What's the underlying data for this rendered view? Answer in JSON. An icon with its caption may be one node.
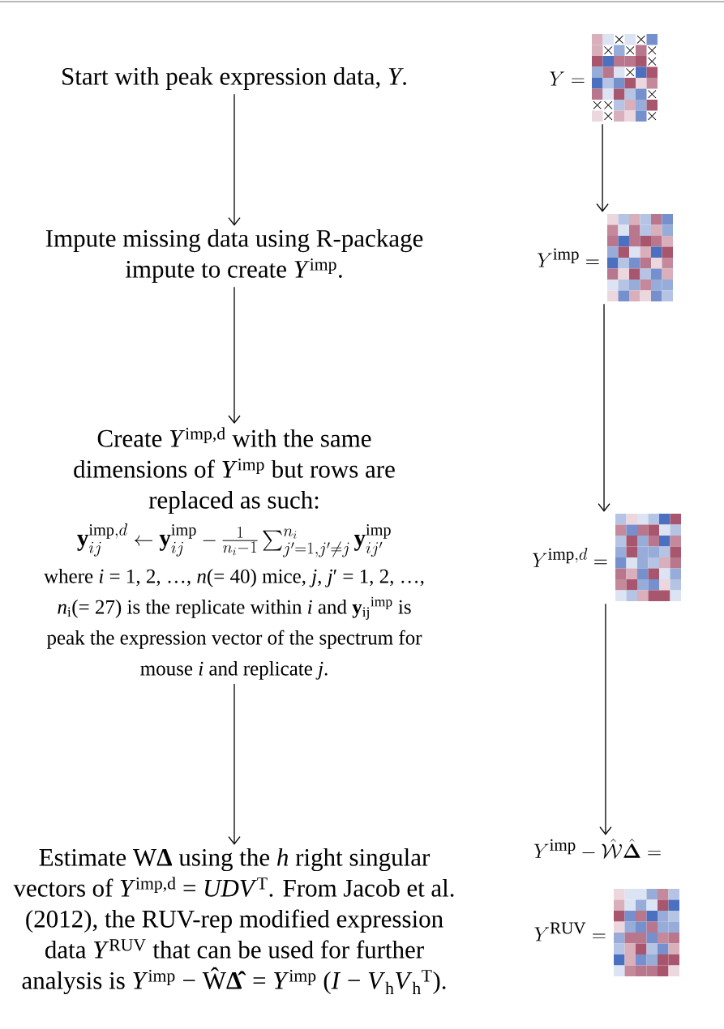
{
  "diagram": {
    "nodes": [
      {
        "text": [
          "Start with peak expression data, *Y*."
        ]
      },
      {
        "text": [
          "Impute missing data using R-package impute to create *Y*$^{imp}$."
        ]
      },
      {
        "text": [
          "Create *Y*$^{imp,d}$ with the same dimensions of *Y*$^{imp}$ but rows are replaced as such:",
          "\\mathbf{y}_{ij}^{\\mathrm{imp},d} \\leftarrow \\mathbf{y}_{ij}^{\\mathrm{imp}} - \\frac{1}{n_i-1}\\sum_{j'=1,j'\\neq j}^{n_i}\\mathbf{y}_{ij'}^{\\mathrm{imp}}",
          "where *i* = 1, 2, …, *n*(= 40) mice, *j*, *j*′ = 1, 2, …, *n*$_{i}$(= 27) is the replicate within *i* and **y**$_{ij}$$^{imp}$ is peak the expression vector of the spectrum for mouse *i* and replicate *j*."
        ]
      },
      {
        "text": [
          "Estimate W**Δ** using the *h* right singular vectors of *Y*$^{imp,d}$ = *UDV*$^{T}$. From Jacob et al. (2012), the RUV-rep modified expression data *Y*$^{RUV}$ that can be used for further analysis is *Y*$^{imp}$ − Ŵ**Δ̂** = *Y*$^{imp}$ (*I* − *V*$_{h}$*V*$_{h}$$^{T}$)."
        ]
      },
      {
        "text": [
          "Y ="
        ]
      },
      {
        "text": [
          "Y^{\\mathrm{imp}} ="
        ]
      },
      {
        "text": [
          "Y^{\\mathrm{imp},d} ="
        ]
      },
      {
        "text": [
          "Y^{\\mathrm{imp}} - \\hat{\\mathcal{W}}\\hat{\\boldsymbol{\\Delta}} =",
          "Y^{\\mathrm{RUV}} ="
        ]
      }
    ],
    "edges": [
      {
        "from": 0,
        "to": 1,
        "arrow": "to"
      },
      {
        "from": 1,
        "to": 2,
        "arrow": "to"
      },
      {
        "from": 2,
        "to": 3,
        "arrow": "to"
      },
      {
        "from": 4,
        "to": 5,
        "arrow": "to"
      },
      {
        "from": 5,
        "to": 6,
        "arrow": "to"
      },
      {
        "from": 6,
        "to": 7,
        "arrow": "to"
      }
    ]
  }
}
